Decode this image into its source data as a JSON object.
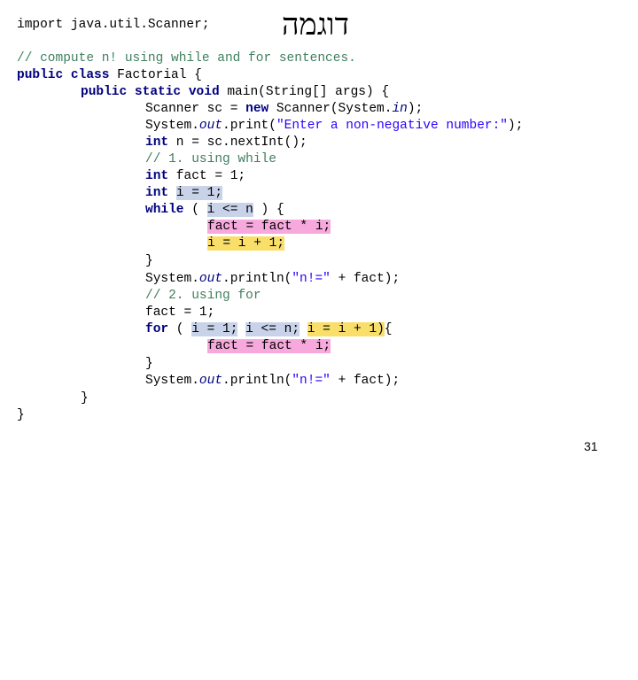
{
  "slide": {
    "title": "דוגמה",
    "page_number": "31"
  },
  "code": {
    "import": "import java.util.Scanner;",
    "comment1": "// compute n! using while and for sentences.",
    "kw_public": "public",
    "kw_class": "class",
    "class_rest": " Factorial {",
    "kw_static": "static",
    "kw_void": "void",
    "main_rest": " main(String[] args) {",
    "scanner_a": "Scanner sc = ",
    "kw_new": "new",
    "scanner_b": " Scanner(System.",
    "field_in": "in",
    "scanner_c": ");",
    "print_a": "System.",
    "field_out": "out",
    "print_b": ".print(",
    "print_str": "\"Enter a non-negative number:\"",
    "print_c": ");",
    "kw_int": "int",
    "n_rest": " n = sc.nextInt();",
    "comment2": "// 1. using while",
    "fact_rest": " fact = 1;",
    "i_init": "i = 1;",
    "kw_while": "while",
    "while_open": " ( ",
    "while_cond": "i <= n",
    "while_close": " ) {",
    "fact_mul": "fact = fact * i;",
    "i_inc": "i = i + 1;",
    "close_brace": "}",
    "println_b": ".println(",
    "println_str": "\"n!=\"",
    "println_c": " + fact);",
    "comment3": "// 2. using for",
    "fact_reset": "fact = 1;",
    "kw_for": "for",
    "for_open": " ( ",
    "for_init": "i = 1;",
    "for_cond": "i <= n;",
    "for_inc": "i = i + 1)",
    "for_close": "{"
  }
}
